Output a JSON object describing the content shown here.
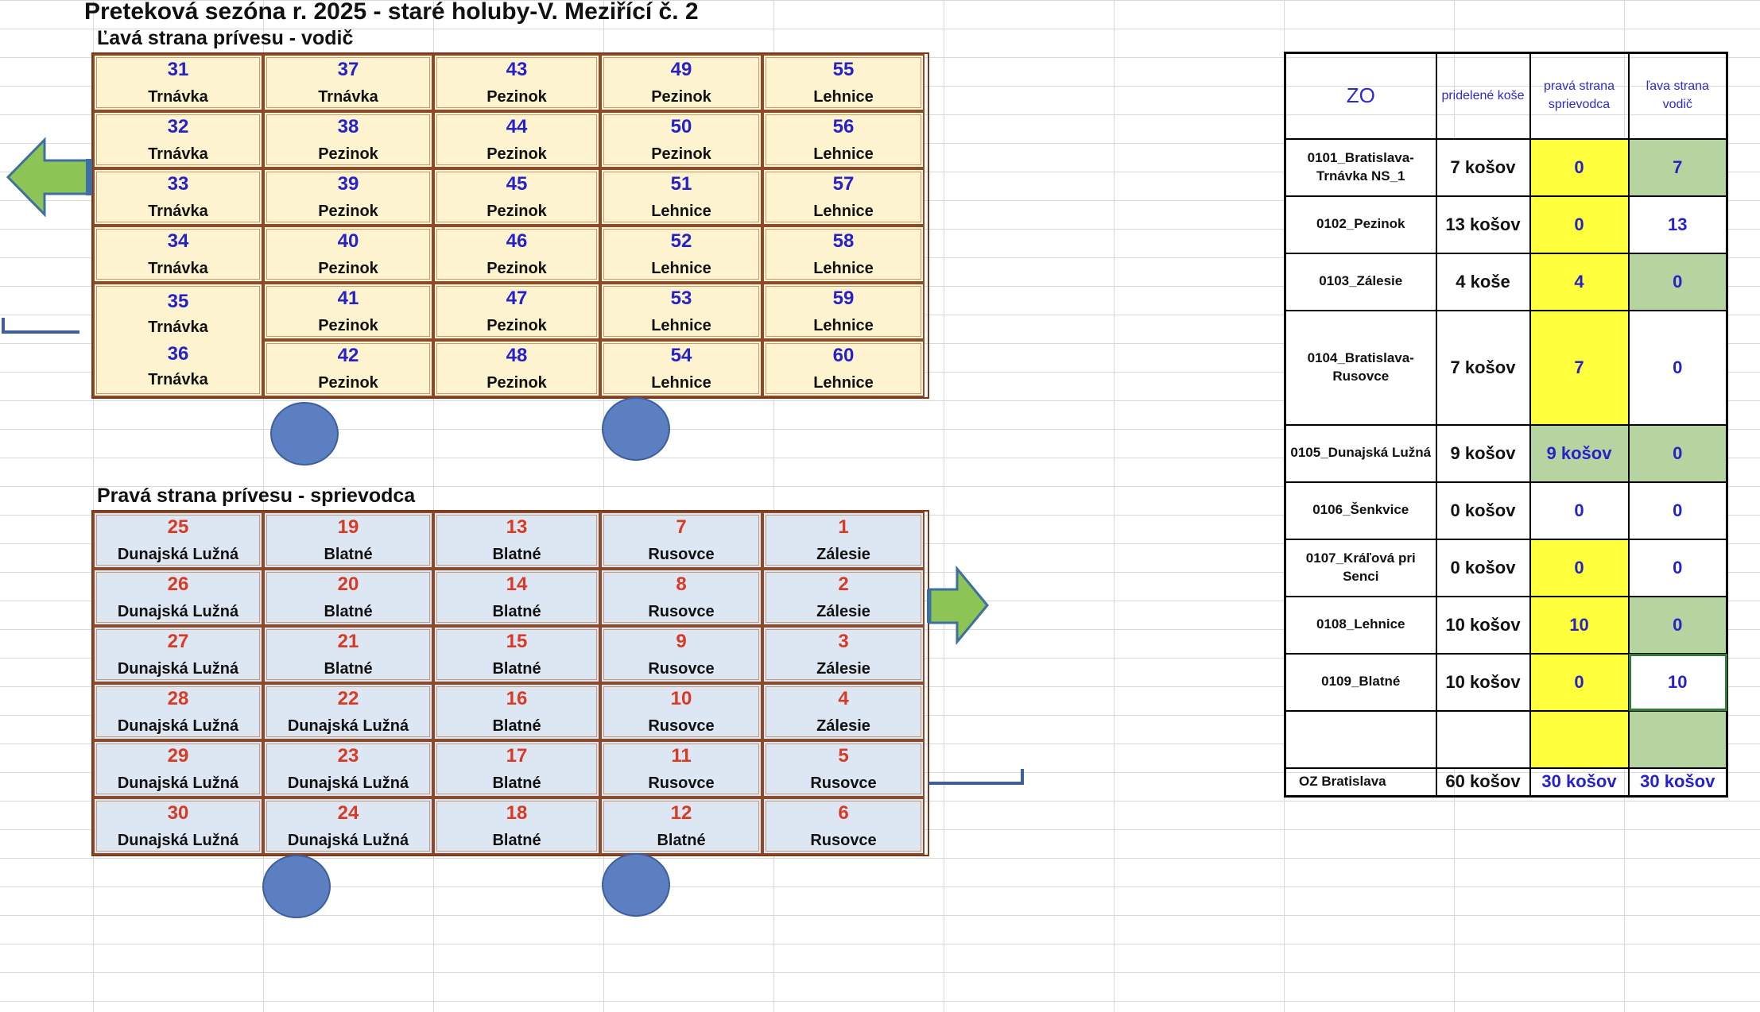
{
  "title": "Preteková sezóna r. 2025 - staré holuby-V. Meziřící č. 2",
  "left_side": {
    "label": "Ľavá strana prívesu - vodič",
    "cells": [
      {
        "num": "31",
        "city": "Trnávka"
      },
      {
        "num": "37",
        "city": "Trnávka"
      },
      {
        "num": "43",
        "city": "Pezinok"
      },
      {
        "num": "49",
        "city": "Pezinok"
      },
      {
        "num": "55",
        "city": "Lehnice"
      },
      {
        "num": "32",
        "city": "Trnávka"
      },
      {
        "num": "38",
        "city": "Pezinok"
      },
      {
        "num": "44",
        "city": "Pezinok"
      },
      {
        "num": "50",
        "city": "Pezinok"
      },
      {
        "num": "56",
        "city": "Lehnice"
      },
      {
        "num": "33",
        "city": "Trnávka"
      },
      {
        "num": "39",
        "city": "Pezinok"
      },
      {
        "num": "45",
        "city": "Pezinok"
      },
      {
        "num": "51",
        "city": "Lehnice"
      },
      {
        "num": "57",
        "city": "Lehnice"
      },
      {
        "num": "34",
        "city": "Trnávka"
      },
      {
        "num": "40",
        "city": "Pezinok"
      },
      {
        "num": "46",
        "city": "Pezinok"
      },
      {
        "num": "52",
        "city": "Lehnice"
      },
      {
        "num": "58",
        "city": "Lehnice"
      },
      {
        "num": "35",
        "city": "Trnávka",
        "num2": "36",
        "city2": "Trnávka"
      },
      {
        "num": "41",
        "city": "Pezinok"
      },
      {
        "num": "47",
        "city": "Pezinok"
      },
      {
        "num": "53",
        "city": "Lehnice"
      },
      {
        "num": "59",
        "city": "Lehnice"
      },
      {
        "num": "42",
        "city": "Pezinok"
      },
      {
        "num": "48",
        "city": "Pezinok"
      },
      {
        "num": "54",
        "city": "Lehnice"
      },
      {
        "num": "60",
        "city": "Lehnice"
      }
    ]
  },
  "right_side": {
    "label": "Pravá strana prívesu - sprievodca",
    "cells": [
      {
        "num": "25",
        "city": "Dunajská Lužná"
      },
      {
        "num": "19",
        "city": "Blatné"
      },
      {
        "num": "13",
        "city": "Blatné"
      },
      {
        "num": "7",
        "city": "Rusovce"
      },
      {
        "num": "1",
        "city": "Zálesie"
      },
      {
        "num": "26",
        "city": "Dunajská Lužná"
      },
      {
        "num": "20",
        "city": "Blatné"
      },
      {
        "num": "14",
        "city": "Blatné"
      },
      {
        "num": "8",
        "city": "Rusovce"
      },
      {
        "num": "2",
        "city": "Zálesie"
      },
      {
        "num": "27",
        "city": "Dunajská Lužná"
      },
      {
        "num": "21",
        "city": "Blatné"
      },
      {
        "num": "15",
        "city": "Blatné"
      },
      {
        "num": "9",
        "city": "Rusovce"
      },
      {
        "num": "3",
        "city": "Zálesie"
      },
      {
        "num": "28",
        "city": "Dunajská Lužná"
      },
      {
        "num": "22",
        "city": "Dunajská Lužná"
      },
      {
        "num": "16",
        "city": "Blatné"
      },
      {
        "num": "10",
        "city": "Rusovce"
      },
      {
        "num": "4",
        "city": "Zálesie"
      },
      {
        "num": "29",
        "city": "Dunajská Lužná"
      },
      {
        "num": "23",
        "city": "Dunajská Lužná"
      },
      {
        "num": "17",
        "city": "Blatné"
      },
      {
        "num": "11",
        "city": "Rusovce"
      },
      {
        "num": "5",
        "city": "Rusovce"
      },
      {
        "num": "30",
        "city": "Dunajská Lužná"
      },
      {
        "num": "24",
        "city": "Dunajská Lužná"
      },
      {
        "num": "18",
        "city": "Blatné"
      },
      {
        "num": "12",
        "city": "Blatné"
      },
      {
        "num": "6",
        "city": "Rusovce"
      }
    ]
  },
  "summary": {
    "headers": {
      "zo": "ZO",
      "assigned": "pridelené koše",
      "right": "pravá strana sprievodca",
      "left": "ľava    strana vodič"
    },
    "rows": [
      {
        "name": "0101_Bratislava-Trnávka  NS_1",
        "assigned": "7 košov",
        "right": "0",
        "left": "7",
        "rcolor": "yellow",
        "lcolor": "green"
      },
      {
        "name": "0102_Pezinok",
        "assigned": "13 košov",
        "right": "0",
        "left": "13",
        "rcolor": "yellow",
        "lcolor": "white"
      },
      {
        "name": "0103_Zálesie",
        "assigned": "4 koše",
        "right": "4",
        "left": "0",
        "rcolor": "yellow",
        "lcolor": "green"
      },
      {
        "name": "0104_Bratislava-Rusovce",
        "assigned": "7 košov",
        "right": "7",
        "left": "0",
        "rcolor": "yellow",
        "lcolor": "white"
      },
      {
        "name": "0105_Dunajská Lužná",
        "assigned": "9 košov",
        "right": "9  košov",
        "left": "0",
        "rcolor": "green",
        "lcolor": "green"
      },
      {
        "name": "0106_Šenkvice",
        "assigned": "0 košov",
        "right": "0",
        "left": "0",
        "rcolor": "white",
        "lcolor": "white"
      },
      {
        "name": "0107_Kráľová pri Senci",
        "assigned": "0 košov",
        "right": "0",
        "left": "0",
        "rcolor": "yellow",
        "lcolor": "white"
      },
      {
        "name": "0108_Lehnice",
        "assigned": "10 košov",
        "right": "10",
        "left": "0",
        "rcolor": "yellow",
        "lcolor": "green"
      },
      {
        "name": "0109_Blatné",
        "assigned": "10 košov",
        "right": "0",
        "left": "10",
        "rcolor": "yellow",
        "lcolor": "white"
      },
      {
        "name": "",
        "assigned": "",
        "right": "",
        "left": "",
        "rcolor": "yellow",
        "lcolor": "green"
      }
    ],
    "total": {
      "name": "OZ Bratislava",
      "assigned": "60 košov",
      "right": "30 košov",
      "left": "30 košov"
    }
  },
  "colors": {
    "yellow": "#ffff3d",
    "green": "#b5d4a0",
    "white": "#ffffff",
    "arrow_fill": "#8cc456",
    "wheel": "#5b7fc0"
  }
}
